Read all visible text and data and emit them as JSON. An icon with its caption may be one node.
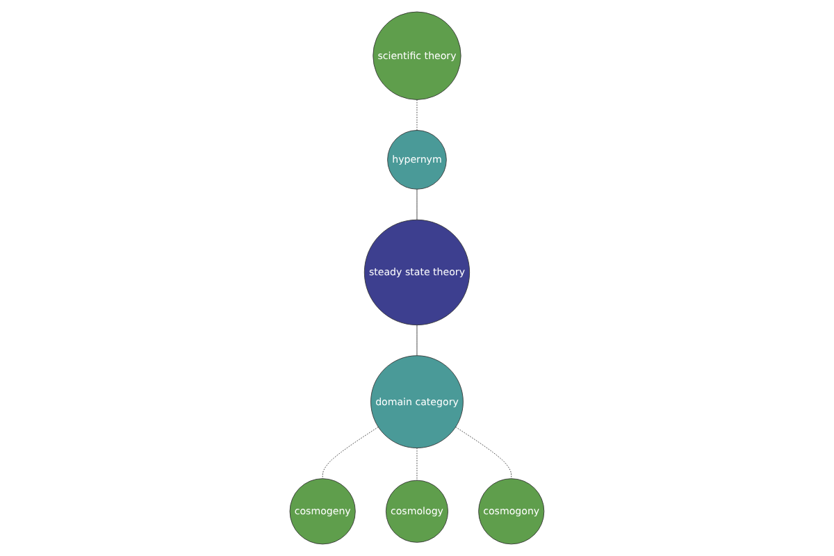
{
  "diagram": {
    "nodes": [
      {
        "text": [
          "scientific theory"
        ]
      },
      {
        "text": [
          "hypernym"
        ]
      },
      {
        "text": [
          "steady state theory"
        ]
      },
      {
        "text": [
          "domain category"
        ]
      },
      {
        "text": [
          "cosmogeny"
        ]
      },
      {
        "text": [
          "cosmology"
        ]
      },
      {
        "text": [
          "cosmogony"
        ]
      }
    ],
    "edges": [
      {
        "from": 0,
        "to": 1,
        "arrow": "none",
        "style": "dashed"
      },
      {
        "from": 1,
        "to": 2,
        "arrow": "none"
      },
      {
        "from": 2,
        "to": 3,
        "arrow": "none"
      },
      {
        "from": 3,
        "to": 4,
        "arrow": "none",
        "style": "dashed"
      },
      {
        "from": 3,
        "to": 5,
        "arrow": "none",
        "style": "dashed"
      },
      {
        "from": 3,
        "to": 6,
        "arrow": "none",
        "style": "dashed"
      }
    ]
  }
}
